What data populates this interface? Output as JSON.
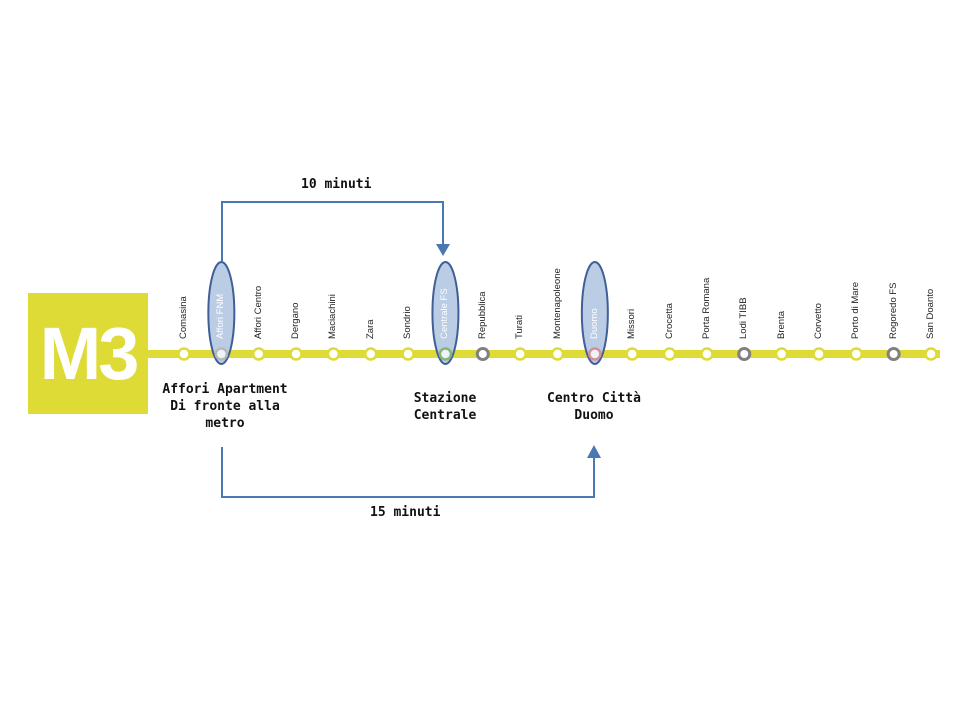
{
  "line": {
    "name": "M3",
    "color": "#dfdb36"
  },
  "stations": [
    {
      "name": "Comasina",
      "type": "regular"
    },
    {
      "name": "Affori FNM",
      "type": "interchange",
      "highlight": true
    },
    {
      "name": "Affori Centro",
      "type": "regular"
    },
    {
      "name": "Dergano",
      "type": "regular"
    },
    {
      "name": "Maciachini",
      "type": "regular"
    },
    {
      "name": "Zara",
      "type": "regular"
    },
    {
      "name": "Sondrio",
      "type": "regular"
    },
    {
      "name": "Centrale FS",
      "type": "interchange",
      "highlight": true
    },
    {
      "name": "Repubblica",
      "type": "gray"
    },
    {
      "name": "Turati",
      "type": "regular"
    },
    {
      "name": "Montenapoleone",
      "type": "regular"
    },
    {
      "name": "Duomo",
      "type": "interchange",
      "highlight": true
    },
    {
      "name": "Missori",
      "type": "regular"
    },
    {
      "name": "Crocetta",
      "type": "regular"
    },
    {
      "name": "Porta Romana",
      "type": "regular"
    },
    {
      "name": "Lodi TIBB",
      "type": "gray"
    },
    {
      "name": "Brenta",
      "type": "regular"
    },
    {
      "name": "Corvetto",
      "type": "regular"
    },
    {
      "name": "Porto di Mare",
      "type": "regular"
    },
    {
      "name": "Rogoredo FS",
      "type": "gray"
    },
    {
      "name": "San Doanto",
      "type": "regular"
    }
  ],
  "annotations": {
    "affori": [
      "Affori Apartment",
      "Di fronte alla",
      "metro"
    ],
    "centrale": [
      "Stazione",
      "Centrale"
    ],
    "duomo": [
      "Centro Città",
      "Duomo"
    ]
  },
  "routes": {
    "to_centrale": "10 minuti",
    "to_duomo": "15 minuti"
  },
  "colors": {
    "line": "#dfdb36",
    "arrow": "#4a79b1",
    "gray_station": "#808080",
    "duomo_ring": "#d4909a",
    "centrale_ring": "#88b478",
    "ellipse_fill": "#b4c6e2",
    "ellipse_stroke": "#3f5f96"
  }
}
